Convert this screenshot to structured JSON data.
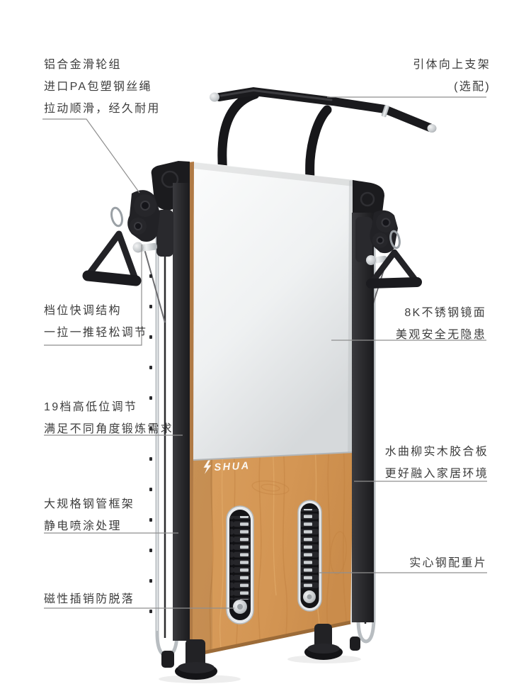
{
  "brand": {
    "logo_text": "SHUA"
  },
  "colors": {
    "background": "#ffffff",
    "frame_black": "#1c1c1f",
    "wood": "#d49858",
    "wood_edge": "#b07a45",
    "mirror_light": "#fafbfc",
    "mirror_dark": "#d6d9db",
    "chrome": "#c6cacd",
    "label_text": "#3d3d3d",
    "leader_line": "#8f8f8f"
  },
  "annotations": {
    "pulley": {
      "lines": [
        "铝合金滑轮组",
        "进口PA包塑钢丝绳",
        "拉动顺滑，经久耐用"
      ]
    },
    "pullup_bar": {
      "lines": [
        "引体向上支架",
        "(选配)"
      ]
    },
    "quick_adjust": {
      "lines": [
        "档位快调结构",
        "一拉一推轻松调节"
      ]
    },
    "height_adjust": {
      "lines": [
        "19档高低位调节",
        "满足不同角度锻炼需求"
      ]
    },
    "steel_frame": {
      "lines": [
        "大规格钢管框架",
        "静电喷涂处理"
      ]
    },
    "magnetic_pin": {
      "lines": [
        "磁性插销防脱落"
      ]
    },
    "mirror": {
      "lines": [
        "8K不锈钢镜面",
        "美观安全无隐患"
      ]
    },
    "wood_panel": {
      "lines": [
        "水曲柳实木胶合板",
        "更好融入家居环境"
      ]
    },
    "weight_plates": {
      "lines": [
        "实心钢配重片"
      ]
    }
  }
}
